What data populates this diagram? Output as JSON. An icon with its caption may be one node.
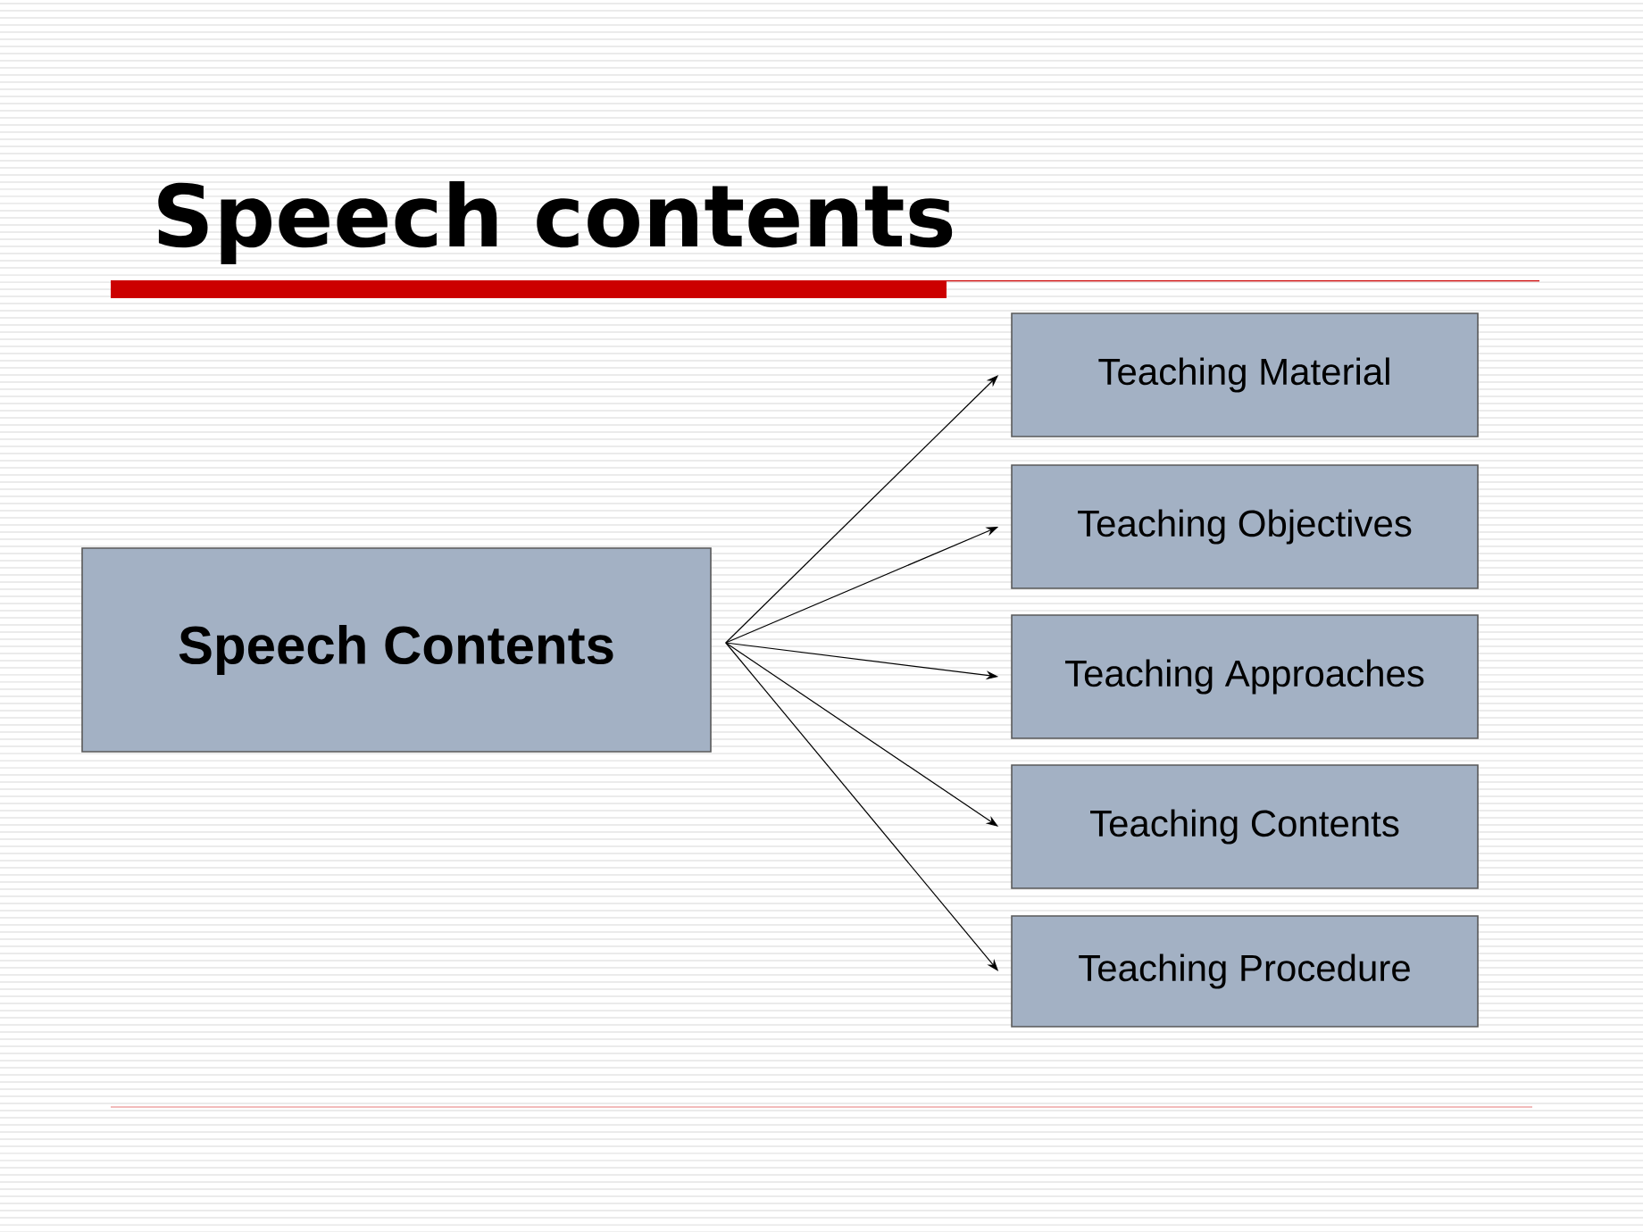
{
  "diagram": {
    "title": "Speech contents",
    "nodes": [
      {
        "text": [
          "Speech Contents"
        ]
      },
      {
        "text": [
          "Teaching Material"
        ]
      },
      {
        "text": [
          "Teaching Objectives"
        ]
      },
      {
        "text": [
          "Teaching Approaches"
        ]
      },
      {
        "text": [
          "Teaching Contents"
        ]
      },
      {
        "text": [
          "Teaching Procedure"
        ]
      }
    ],
    "edges": [
      {
        "from": 0,
        "to": 1,
        "arrow": "to"
      },
      {
        "from": 0,
        "to": 2,
        "arrow": "to"
      },
      {
        "from": 0,
        "to": 3,
        "arrow": "to"
      },
      {
        "from": 0,
        "to": 4,
        "arrow": "to"
      },
      {
        "from": 0,
        "to": 5,
        "arrow": "to"
      }
    ]
  }
}
